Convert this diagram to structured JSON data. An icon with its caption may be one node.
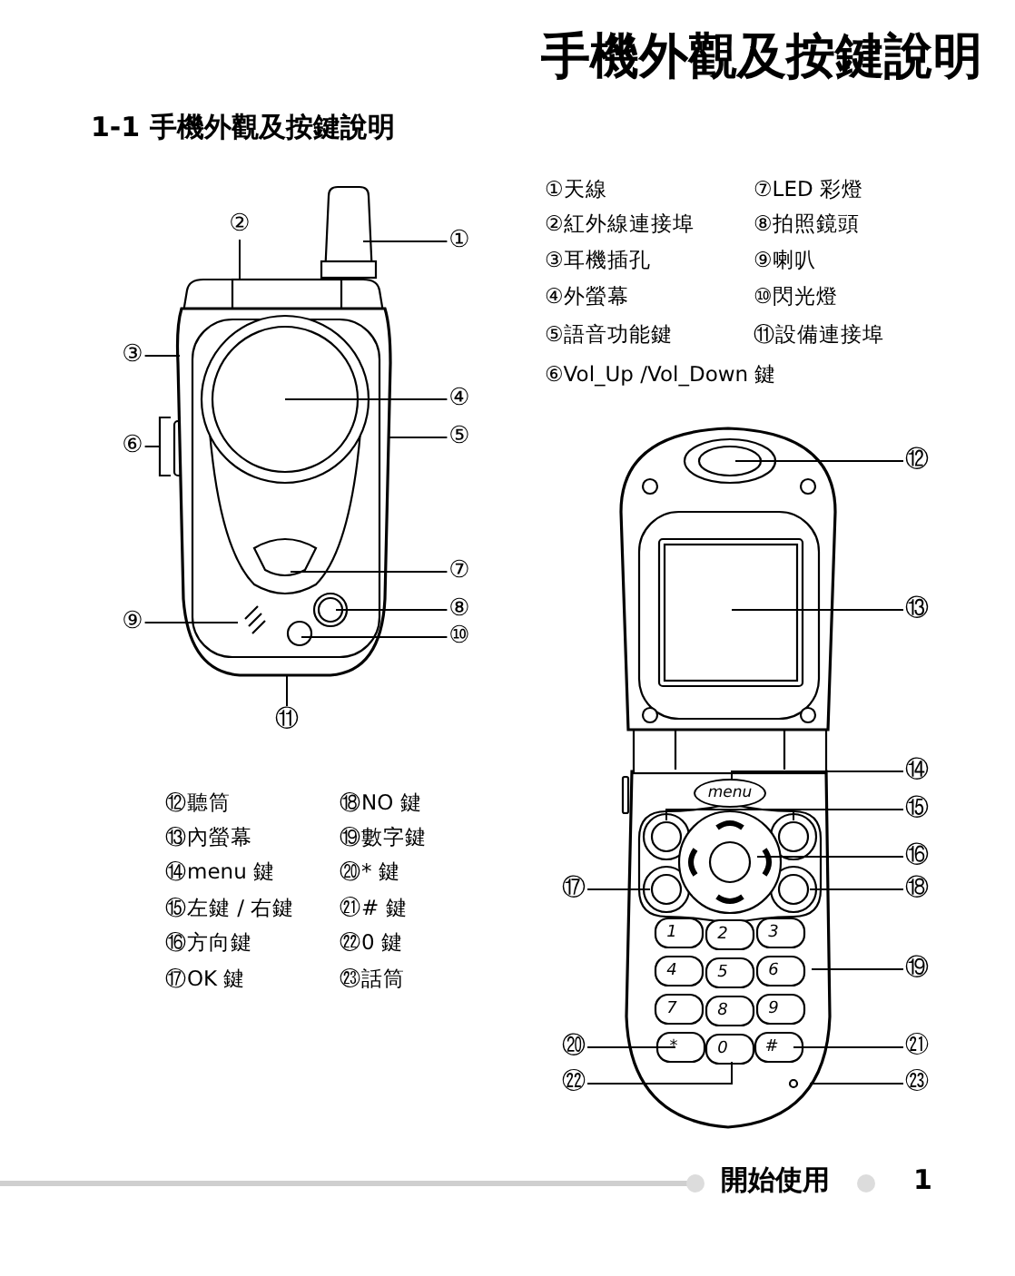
{
  "diagram": {
    "title": "手機外觀及按鍵說明",
    "nodes": [
      {
        "text": [
          "①"
        ]
      },
      {
        "text": [
          "②"
        ]
      },
      {
        "text": [
          "③"
        ]
      },
      {
        "text": [
          "④"
        ]
      },
      {
        "text": [
          "⑤"
        ]
      },
      {
        "text": [
          "⑥"
        ]
      },
      {
        "text": [
          "⑦"
        ]
      },
      {
        "text": [
          "⑧"
        ]
      },
      {
        "text": [
          "⑨"
        ]
      },
      {
        "text": [
          "⑩"
        ]
      },
      {
        "text": [
          "⑪"
        ]
      },
      {
        "text": [
          "⑫"
        ]
      },
      {
        "text": [
          "⑬"
        ]
      },
      {
        "text": [
          "⑭"
        ]
      },
      {
        "text": [
          "⑮"
        ]
      },
      {
        "text": [
          "⑯"
        ]
      },
      {
        "text": [
          "⑰"
        ]
      },
      {
        "text": [
          "⑱"
        ]
      },
      {
        "text": [
          "⑲"
        ]
      },
      {
        "text": [
          "⑳"
        ]
      },
      {
        "text": [
          "㉑"
        ]
      },
      {
        "text": [
          "㉒"
        ]
      },
      {
        "text": [
          "㉓"
        ]
      },
      {
        "text": [],
        "shape": "picture"
      },
      {
        "text": [],
        "shape": "picture"
      },
      {
        "text": [
          "menu"
        ],
        "in": 24
      },
      {
        "text": [],
        "shape": "circle",
        "in": 24
      },
      {
        "text": [],
        "shape": "circle",
        "in": 24
      },
      {
        "text": [],
        "shape": "circle",
        "in": 24
      },
      {
        "text": [],
        "shape": "circle",
        "in": 24
      }
    ],
    "edges": [
      {
        "from": 0,
        "to": 23,
        "arrow": "none"
      },
      {
        "from": 1,
        "to": 23,
        "arrow": "none"
      },
      {
        "from": 2,
        "to": 23,
        "arrow": "none"
      },
      {
        "from": 3,
        "to": 23,
        "arrow": "none"
      },
      {
        "from": 4,
        "to": 23,
        "arrow": "none"
      },
      {
        "from": 5,
        "to": null,
        "arrow": "none"
      },
      {
        "from": 6,
        "to": 23,
        "arrow": "none"
      },
      {
        "from": 7,
        "to": 23,
        "arrow": "none"
      },
      {
        "from": 8,
        "to": 23,
        "arrow": "none"
      },
      {
        "from": 9,
        "to": 23,
        "arrow": "none"
      },
      {
        "from": 10,
        "to": 23,
        "arrow": "none"
      },
      {
        "from": 11,
        "to": 24,
        "arrow": "none"
      },
      {
        "from": 12,
        "to": 24,
        "arrow": "none"
      },
      {
        "from": 13,
        "to": 25,
        "arrow": "none"
      },
      {
        "from": 14,
        "to": 26,
        "arrow": "none"
      },
      {
        "from": 14,
        "to": 27,
        "arrow": "none"
      },
      {
        "from": 15,
        "to": 24,
        "arrow": "none"
      },
      {
        "from": 16,
        "to": 28,
        "arrow": "none"
      },
      {
        "from": 17,
        "to": 29,
        "arrow": "none"
      },
      {
        "from": 18,
        "to": 24,
        "arrow": "none"
      },
      {
        "from": 19,
        "to": 24,
        "arrow": "none"
      },
      {
        "from": 20,
        "to": 24,
        "arrow": "none"
      },
      {
        "from": 21,
        "to": 24,
        "arrow": "none"
      },
      {
        "from": 22,
        "to": 24,
        "arrow": "none"
      }
    ],
    "labels": [
      "1-1 手機外觀及按鍵說明",
      "①天線",
      "⑦LED 彩燈",
      "②紅外線連接埠",
      "⑧拍照鏡頭",
      "③耳機插孔",
      "⑨喇叭",
      "④外螢幕",
      "⑩閃光燈",
      "⑤語音功能鍵",
      "⑪設備連接埠",
      "⑥Vol_Up /Vol_Down 鍵",
      "⑫聽筒",
      "⑱NO 鍵",
      "⑬內螢幕",
      "⑲數字鍵",
      "⑭menu 鍵",
      "⑳* 鍵",
      "⑮左鍵 / 右鍵",
      "㉑# 鍵",
      "⑯方向鍵",
      "㉒0 鍵",
      "⑰OK 鍵",
      "㉓話筒",
      "1",
      "2",
      "3",
      "4",
      "5",
      "6",
      "7",
      "8",
      "9",
      "*",
      "0",
      "#",
      "開始使用",
      "1"
    ]
  }
}
